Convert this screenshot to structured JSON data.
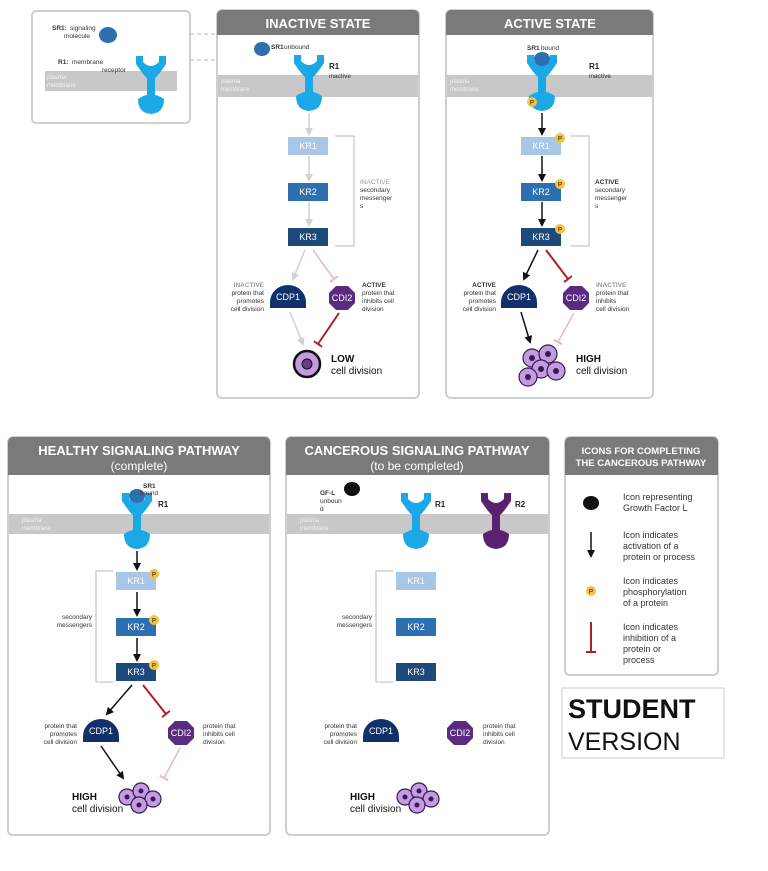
{
  "legend_top": {
    "sr1_label": "SR1:",
    "sr1_desc_1": "signaling",
    "sr1_desc_2": "molecule",
    "r1_label": "R1:",
    "r1_desc_1": "membrane",
    "r1_desc_2": "receptor",
    "plasma_1": "plasma",
    "plasma_2": "membrane"
  },
  "inactive": {
    "title": "INACTIVE STATE",
    "sr1": "SR1",
    "sr1_state": "unbound",
    "r1": "R1",
    "r1_state": "inactive",
    "plasma_1": "plasma",
    "plasma_2": "membrane",
    "kr1": "KR1",
    "kr2": "KR2",
    "kr3": "KR3",
    "sec_state": "INACTIVE",
    "sec_1": "secondary",
    "sec_2": "messenger",
    "sec_3": "s",
    "cdp1": "CDP1",
    "cdi2": "CDI2",
    "left_state": "INACTIVE",
    "left_1": "protein that",
    "left_2": "promotes",
    "left_3": "cell division",
    "right_state": "ACTIVE",
    "right_1": "protein that",
    "right_2": "inhibits cell",
    "right_3": "division",
    "outcome": "LOW",
    "outcome_sub": "cell division"
  },
  "active": {
    "title": "ACTIVE STATE",
    "sr1": "SR1",
    "sr1_state": "bound",
    "r1": "R1",
    "r1_state": "inactive",
    "plasma_1": "plasma",
    "plasma_2": "membrane",
    "p": "P",
    "kr1": "KR1",
    "kr2": "KR2",
    "kr3": "KR3",
    "sec_state": "ACTIVE",
    "sec_1": "secondary",
    "sec_2": "messenger",
    "sec_3": "s",
    "cdp1": "CDP1",
    "cdi2": "CDI2",
    "left_state": "ACTIVE",
    "left_1": "protein that",
    "left_2": "promotes",
    "left_3": "cell division",
    "right_state": "INACTIVE",
    "right_1": "protein that",
    "right_2": "inhibits",
    "right_3": "cell division",
    "outcome": "HIGH",
    "outcome_sub": "cell division"
  },
  "healthy": {
    "title": "HEALTHY SIGNALING PATHWAY",
    "subtitle": "(complete)",
    "sr1": "SR1",
    "sr1_state": "bound",
    "r1": "R1",
    "plasma_1": "plasma",
    "plasma_2": "membrane",
    "p": "P",
    "kr1": "KR1",
    "kr2": "KR2",
    "kr3": "KR3",
    "sec_1": "secondary",
    "sec_2": "messengers",
    "cdp1": "CDP1",
    "cdi2": "CDI2",
    "left_1": "protein that",
    "left_2": "promotes",
    "left_3": "cell division",
    "right_1": "protein that",
    "right_2": "inhibits cell",
    "right_3": "division",
    "outcome": "HIGH",
    "outcome_sub": "cell division"
  },
  "cancer": {
    "title": "CANCEROUS SIGNALING PATHWAY",
    "subtitle": "(to be completed)",
    "gfl": "GF-L",
    "gfl_state_1": "unboun",
    "gfl_state_2": "d",
    "r1": "R1",
    "r2": "R2",
    "plasma_1": "plasma",
    "plasma_2": "membrane",
    "kr1": "KR1",
    "kr2": "KR2",
    "kr3": "KR3",
    "sec_1": "secondary",
    "sec_2": "messengers",
    "cdp1": "CDP1",
    "cdi2": "CDI2",
    "left_1": "protein that",
    "left_2": "promotes",
    "left_3": "cell division",
    "right_1": "protein that",
    "right_2": "inhibits cell",
    "right_3": "division",
    "outcome": "HIGH",
    "outcome_sub": "cell division"
  },
  "icons": {
    "title_1": "ICONS FOR COMPLETING",
    "title_2": "THE CANCEROUS PATHWAY",
    "gf_1": "Icon representing",
    "gf_2": "Growth Factor L",
    "act_1": "Icon indicates",
    "act_2": "activation of a",
    "act_3": "protein or process",
    "p": "P",
    "phos_1": "Icon indicates",
    "phos_2": "phosphorylation",
    "phos_3": "of a protein",
    "inh_1": "Icon indicates",
    "inh_2": "inhibition of a",
    "inh_3": "protein or",
    "inh_4": "process"
  },
  "version": {
    "line1": "STUDENT",
    "line2": "VERSION"
  },
  "colors": {
    "receptor": "#1aa9e6",
    "r2": "#5a2170",
    "kr1": "#a8c7e6",
    "kr2": "#2e6fb0",
    "kr3": "#1d4a7a",
    "cdp1": "#12316a",
    "cdi2": "#5a2b80",
    "phospho": "#f5c242",
    "inhibit": "#b11f24",
    "cell": "#c39be0"
  }
}
